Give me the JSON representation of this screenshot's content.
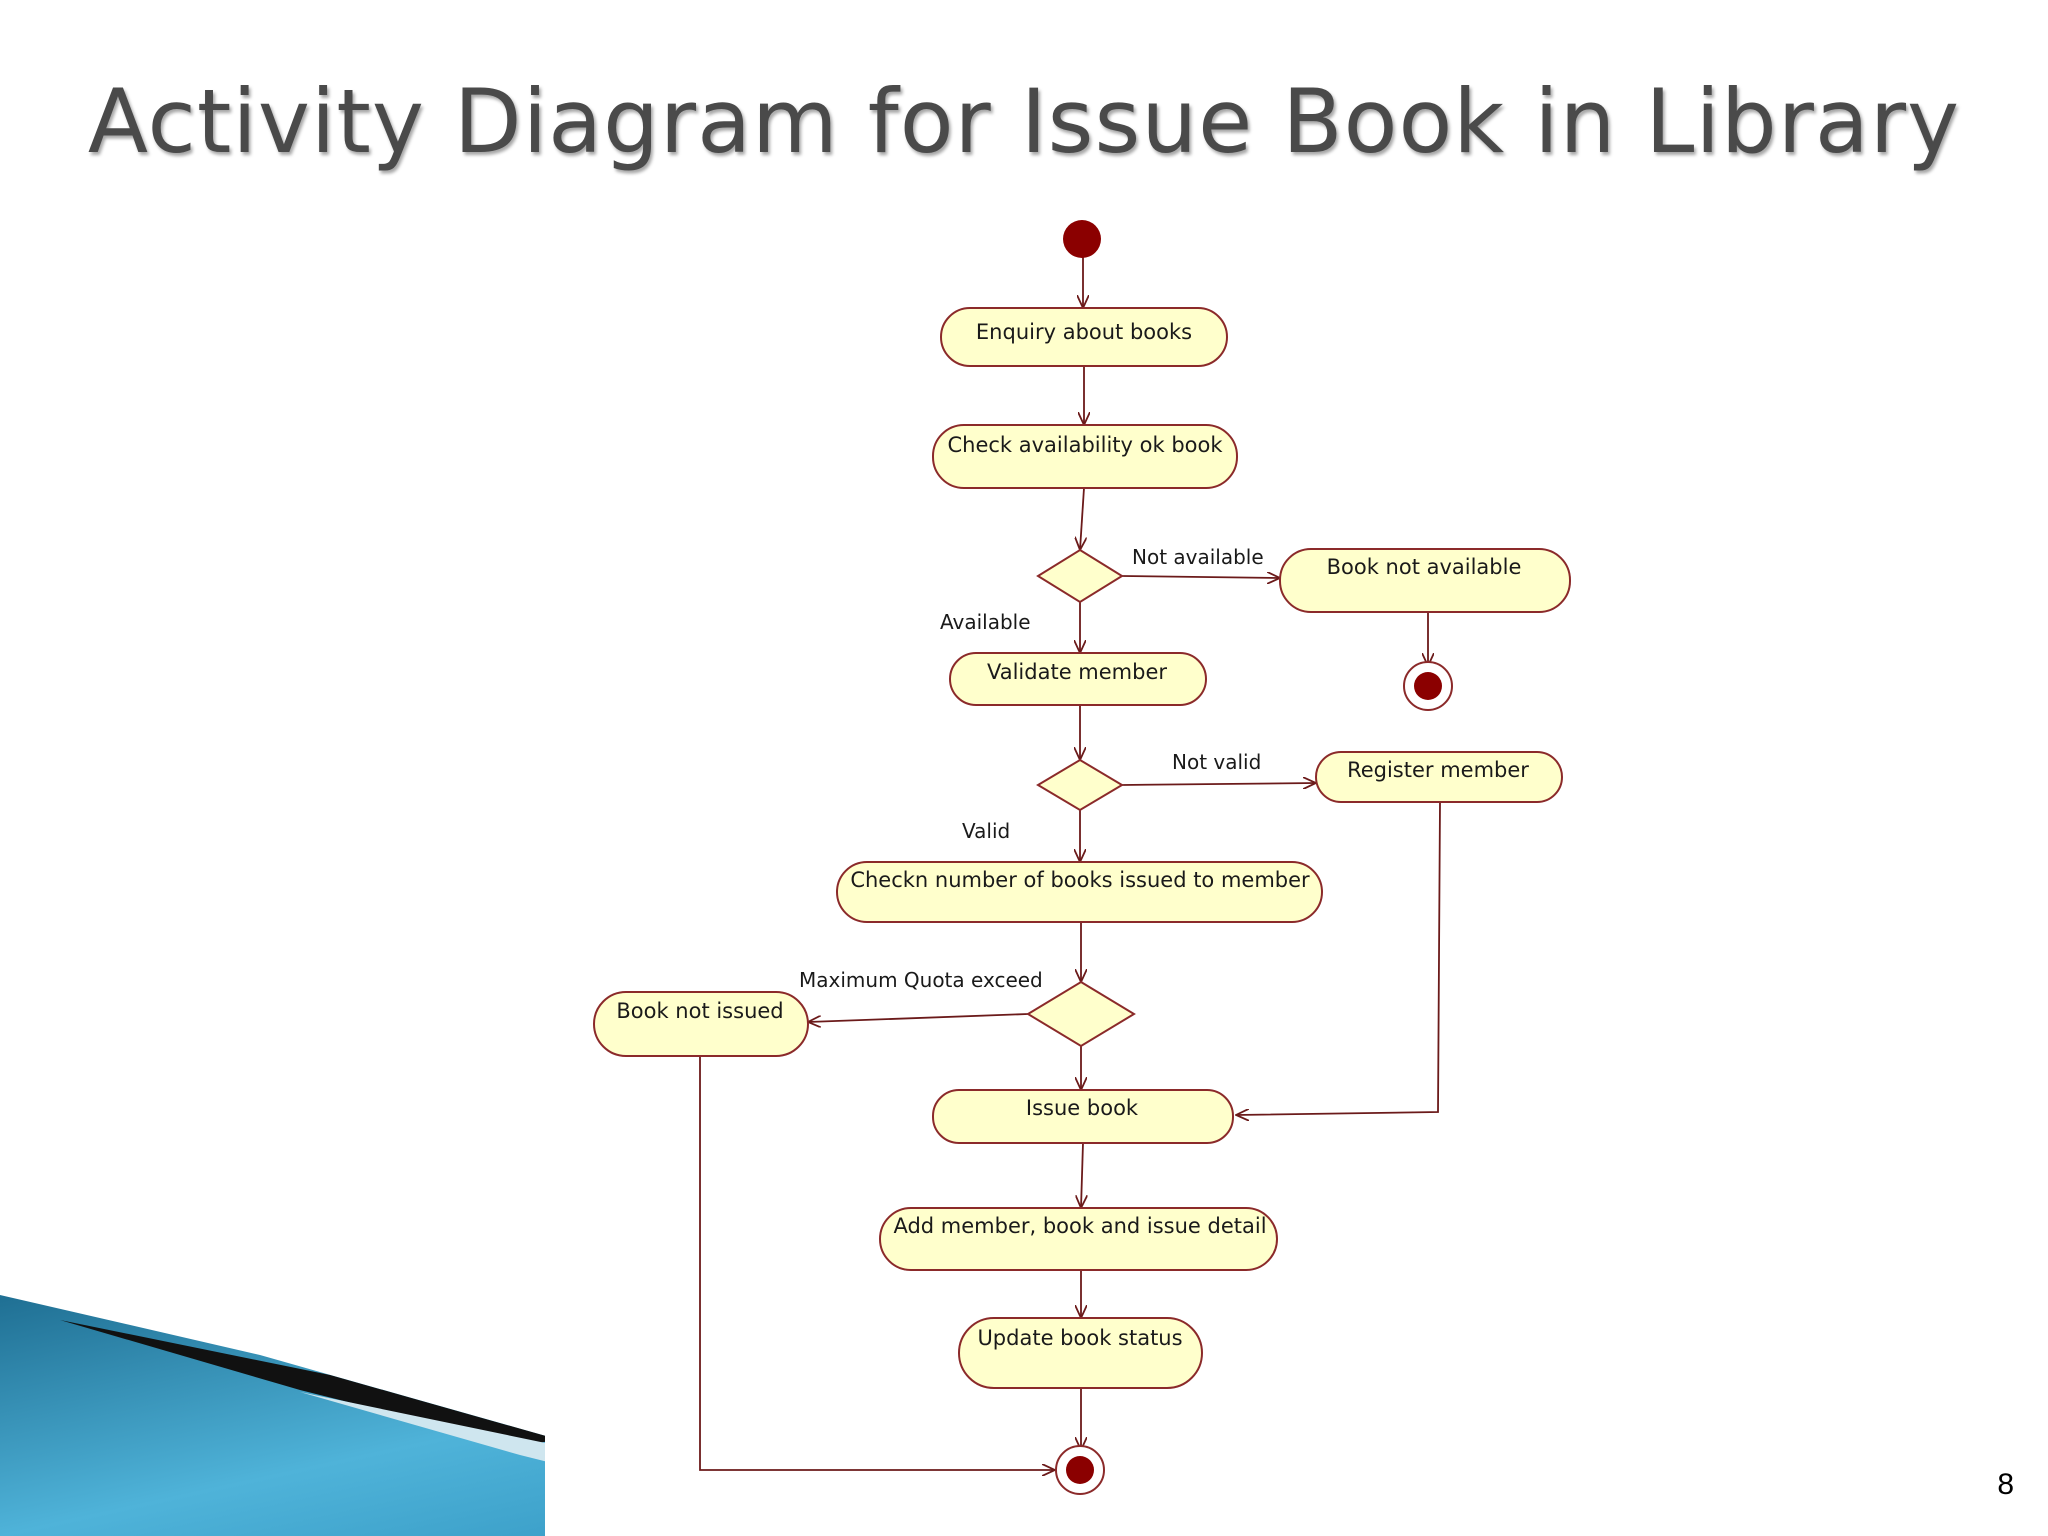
{
  "slide": {
    "title": "Activity Diagram for Issue Book in Library",
    "page_number": "8"
  },
  "colors": {
    "node_fill": "#ffffcc",
    "node_stroke": "#8b2a2a",
    "edge": "#6b1a1a",
    "terminal": "#8b0000",
    "decor_blue": "#2f8fb5",
    "decor_dark": "#000000"
  },
  "diagram": {
    "nodes": {
      "enquiry": "Enquiry about books",
      "check_availability": "Check availability ok book",
      "book_not_available": "Book not available",
      "validate_member": "Validate member",
      "register_member": "Register member",
      "check_number": "Checkn number of books issued to member",
      "book_not_issued": "Book not issued",
      "issue_book": "Issue book",
      "add_detail": "Add member, book and issue detail",
      "update_status": "Update book status"
    },
    "edge_labels": {
      "not_available": "Not available",
      "available": "Available",
      "not_valid": "Not valid",
      "valid": "Valid",
      "quota_exceed": "Maximum Quota exceed"
    }
  }
}
